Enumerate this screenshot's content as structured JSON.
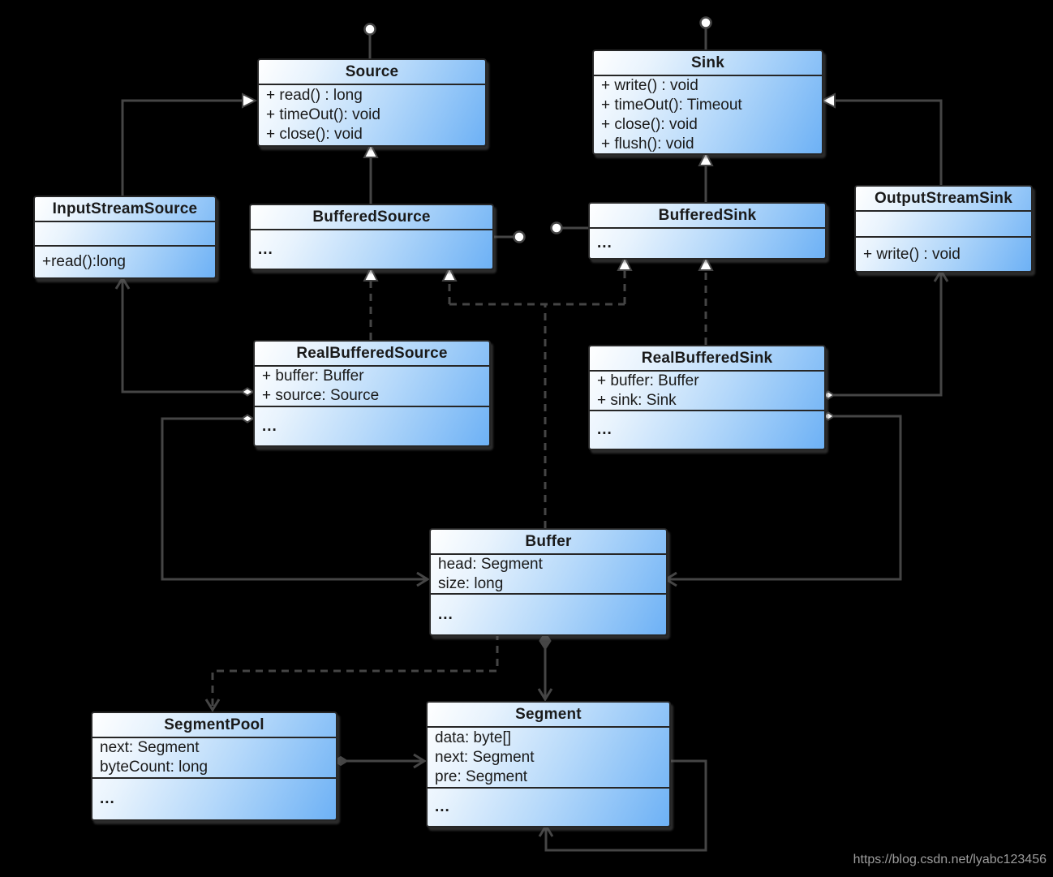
{
  "diagram": {
    "watermark": "https://blog.csdn.net/lyabc123456"
  },
  "colors": {
    "background": "#000000",
    "box_gradient_start": "#ffffff",
    "box_gradient_end": "#6db1f5",
    "box_border": "#262626",
    "line": "#454545",
    "text": "#1a1a1a"
  },
  "classes": {
    "source": {
      "name": "Source",
      "operations": [
        "+ read() : long",
        "+ timeOut(): void",
        "+ close(): void"
      ]
    },
    "sink": {
      "name": "Sink",
      "operations": [
        "+ write() : void",
        "+ timeOut(): Timeout",
        "+ close(): void",
        "+ flush(): void"
      ]
    },
    "input_stream_source": {
      "name": "InputStreamSource",
      "operations": [
        "+read():long"
      ]
    },
    "buffered_source": {
      "name": "BufferedSource",
      "more": "..."
    },
    "buffered_sink": {
      "name": "BufferedSink",
      "more": "..."
    },
    "output_stream_sink": {
      "name": "OutputStreamSink",
      "operations": [
        "+ write() : void"
      ]
    },
    "real_buffered_source": {
      "name": "RealBufferedSource",
      "attributes": [
        "+ buffer: Buffer",
        "+ source: Source"
      ],
      "more": "..."
    },
    "real_buffered_sink": {
      "name": "RealBufferedSink",
      "attributes": [
        "+ buffer: Buffer",
        "+ sink: Sink"
      ],
      "more": "..."
    },
    "buffer": {
      "name": "Buffer",
      "attributes": [
        "head: Segment",
        "size: long"
      ],
      "more": "..."
    },
    "segment_pool": {
      "name": "SegmentPool",
      "attributes": [
        "next: Segment",
        "byteCount: long"
      ],
      "more": "..."
    },
    "segment": {
      "name": "Segment",
      "attributes": [
        "data: byte[]",
        "next: Segment",
        "pre: Segment"
      ],
      "more": "..."
    }
  },
  "relationships": [
    {
      "from": "InputStreamSource",
      "to": "Source",
      "type": "generalization"
    },
    {
      "from": "BufferedSource",
      "to": "Source",
      "type": "generalization"
    },
    {
      "from": "OutputStreamSink",
      "to": "Sink",
      "type": "generalization"
    },
    {
      "from": "BufferedSink",
      "to": "Sink",
      "type": "generalization"
    },
    {
      "from": "RealBufferedSource",
      "to": "BufferedSource",
      "type": "realization"
    },
    {
      "from": "RealBufferedSink",
      "to": "BufferedSink",
      "type": "realization"
    },
    {
      "from": "Buffer",
      "to": "BufferedSource",
      "type": "realization"
    },
    {
      "from": "Buffer",
      "to": "BufferedSink",
      "type": "realization"
    },
    {
      "from": "RealBufferedSource",
      "to": "InputStreamSource",
      "type": "aggregation"
    },
    {
      "from": "RealBufferedSource",
      "to": "Buffer",
      "type": "aggregation"
    },
    {
      "from": "RealBufferedSink",
      "to": "OutputStreamSink",
      "type": "aggregation"
    },
    {
      "from": "RealBufferedSink",
      "to": "Buffer",
      "type": "aggregation"
    },
    {
      "from": "Buffer",
      "to": "SegmentPool",
      "type": "dependency"
    },
    {
      "from": "Buffer",
      "to": "Segment",
      "type": "composition"
    },
    {
      "from": "SegmentPool",
      "to": "Segment",
      "type": "composition"
    },
    {
      "from": "Segment",
      "to": "Segment",
      "type": "self-association"
    },
    {
      "from": "Source",
      "to": "interface-lollipop",
      "type": "provided-interface"
    },
    {
      "from": "Sink",
      "to": "interface-lollipop",
      "type": "provided-interface"
    },
    {
      "from": "BufferedSource",
      "to": "interface-lollipop",
      "type": "provided-interface"
    },
    {
      "from": "BufferedSink",
      "to": "interface-lollipop",
      "type": "provided-interface"
    }
  ]
}
